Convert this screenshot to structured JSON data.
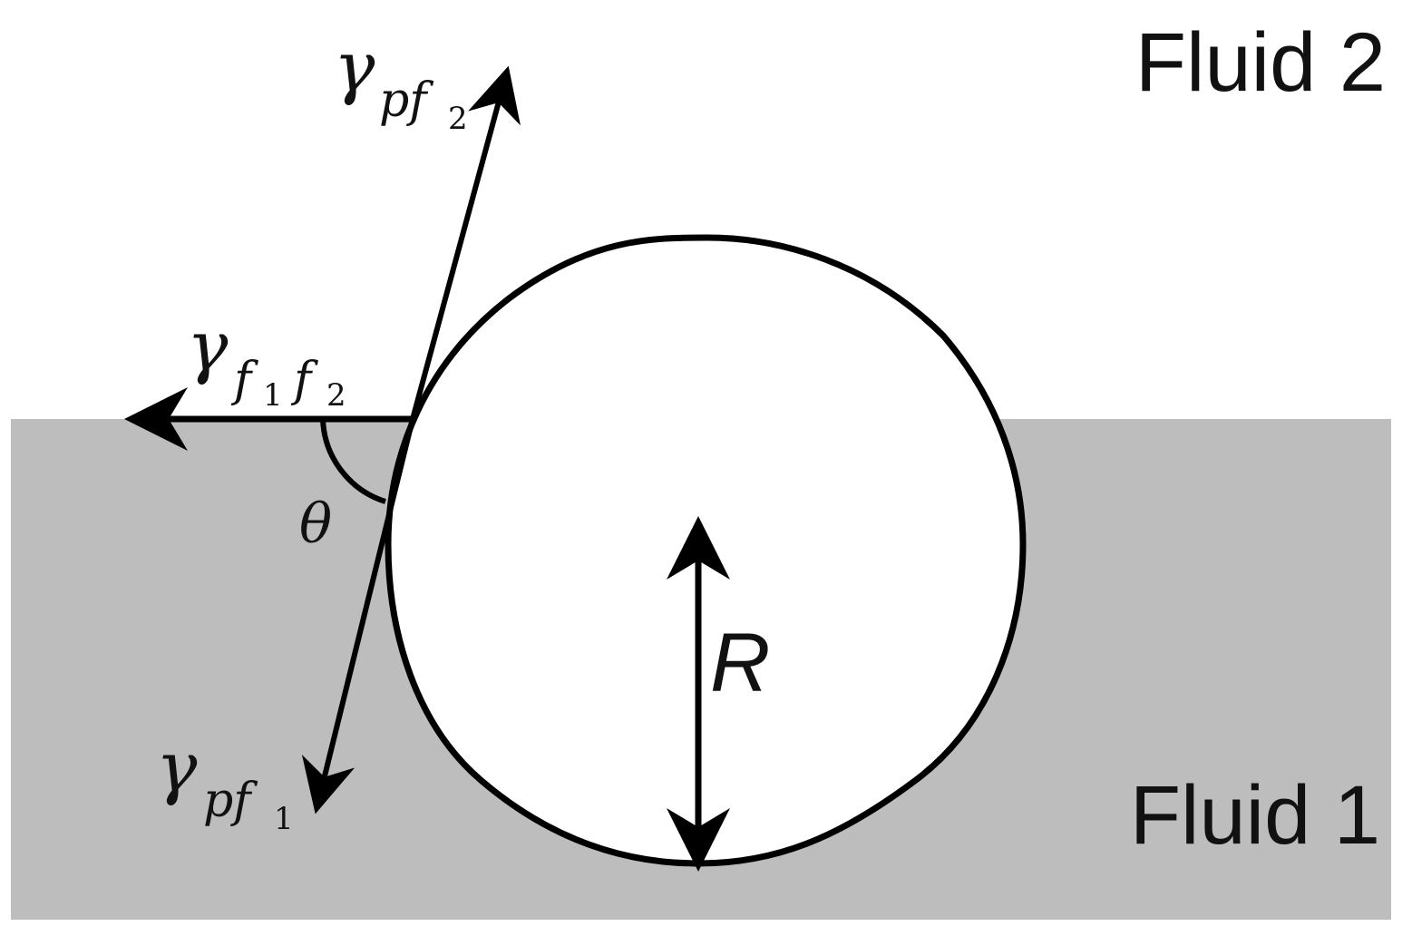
{
  "labels": {
    "fluid_top": "Fluid 2",
    "fluid_bottom": "Fluid 1",
    "radius": "R",
    "angle": "θ",
    "gamma_pf2": {
      "main": "γ",
      "sub": "pf",
      "subsub": "2"
    },
    "gamma_f1f2": {
      "main": "γ",
      "sub_a": "f",
      "subsub_a": "1",
      "sub_b": "f",
      "subsub_b": "2"
    },
    "gamma_pf1": {
      "main": "γ",
      "sub": "pf",
      "subsub": "1"
    }
  },
  "colors": {
    "fluid_1_fill": "#bdbdbd",
    "fluid_2_fill": "#ffffff",
    "particle_fill": "#ffffff",
    "stroke": "#000000"
  }
}
